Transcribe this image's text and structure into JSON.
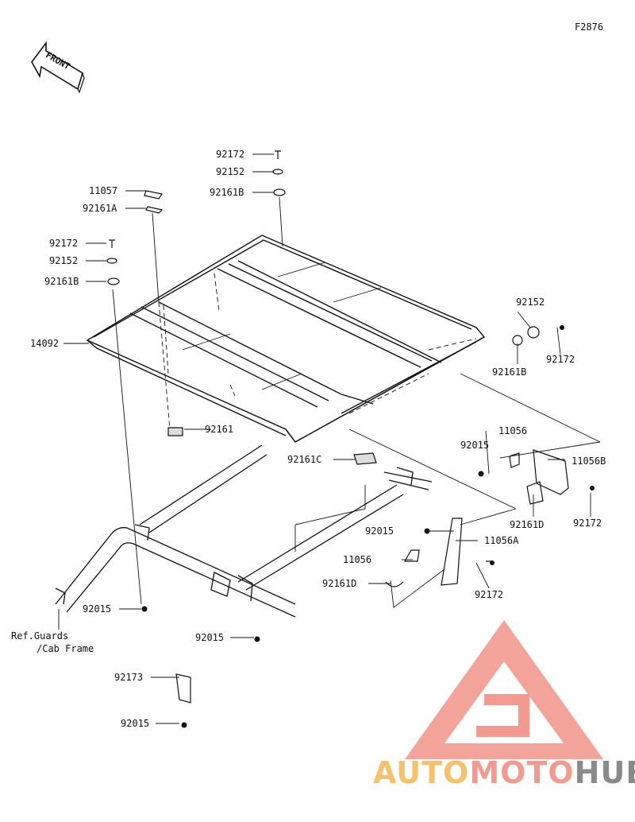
{
  "figure_code": "F2876",
  "front_label": "FRONT",
  "part_labels": [
    {
      "key": "p01",
      "text": "92172"
    },
    {
      "key": "p02",
      "text": "92152"
    },
    {
      "key": "p03",
      "text": "92161B"
    },
    {
      "key": "p04",
      "text": "11057"
    },
    {
      "key": "p05",
      "text": "92161A"
    },
    {
      "key": "p06",
      "text": "92172"
    },
    {
      "key": "p07",
      "text": "92152"
    },
    {
      "key": "p08",
      "text": "92161B"
    },
    {
      "key": "p09",
      "text": "14092"
    },
    {
      "key": "p10",
      "text": "92152"
    },
    {
      "key": "p11",
      "text": "92172"
    },
    {
      "key": "p12",
      "text": "92161B"
    },
    {
      "key": "p13",
      "text": "92161"
    },
    {
      "key": "p14",
      "text": "11056"
    },
    {
      "key": "p15",
      "text": "92015"
    },
    {
      "key": "p16",
      "text": "11056B"
    },
    {
      "key": "p17",
      "text": "92161C"
    },
    {
      "key": "p18",
      "text": "92161D"
    },
    {
      "key": "p19",
      "text": "92172"
    },
    {
      "key": "p20",
      "text": "92015"
    },
    {
      "key": "p21",
      "text": "11056A"
    },
    {
      "key": "p22",
      "text": "11056"
    },
    {
      "key": "p23",
      "text": "92161D"
    },
    {
      "key": "p24",
      "text": "92172"
    },
    {
      "key": "p25",
      "text": "92015"
    },
    {
      "key": "p26",
      "text": "Ref.Guards"
    },
    {
      "key": "p27",
      "text": "/Cab Frame"
    },
    {
      "key": "p28",
      "text": "92015"
    },
    {
      "key": "p29",
      "text": "92173"
    },
    {
      "key": "p30",
      "text": "92015"
    }
  ],
  "watermark": {
    "part1": "AUTO",
    "part2": "MOTO",
    "part3": "HUB"
  },
  "colors": {
    "line": "#111111",
    "watermark_red": "#f29a8f",
    "watermark_gold": "#f5c16b",
    "watermark_gray": "#8a8a8a"
  }
}
